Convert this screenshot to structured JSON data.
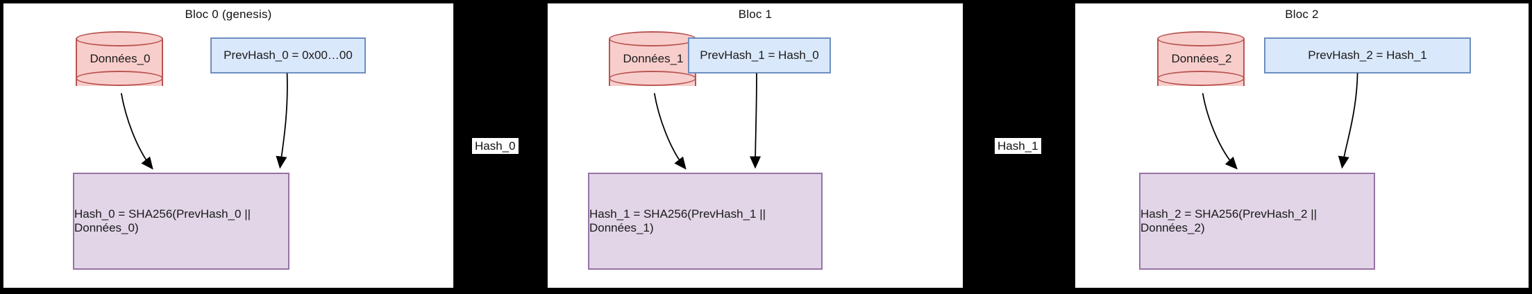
{
  "diagram": {
    "type": "blockchain-chain-diagram",
    "background_color": "#000000",
    "panel_background": "#ffffff",
    "palette": {
      "data_fill": "#f8cecc",
      "data_stroke": "#b85450",
      "prevhash_fill": "#dae8fc",
      "prevhash_stroke": "#6c8ebf",
      "hash_fill": "#e1d5e7",
      "hash_stroke": "#9673a6",
      "arrow_color": "#000000",
      "text_color": "#1a1a1a"
    },
    "blocks": [
      {
        "title": "Bloc 0 (genesis)",
        "data_node": "Données_0",
        "prevhash_node": "PrevHash_0 = 0x00…00",
        "hash_node": "Hash_0 = SHA256(PrevHash_0 || Données_0)"
      },
      {
        "title": "Bloc 1",
        "data_node": "Données_1",
        "prevhash_node": "PrevHash_1 = Hash_0",
        "hash_node": "Hash_1 = SHA256(PrevHash_1 || Données_1)"
      },
      {
        "title": "Bloc 2",
        "data_node": "Données_2",
        "prevhash_node": "PrevHash_2 = Hash_1",
        "hash_node": "Hash_2 = SHA256(PrevHash_2 || Données_2)"
      }
    ],
    "chain_links": [
      {
        "label": "Hash_0"
      },
      {
        "label": "Hash_1"
      }
    ]
  }
}
